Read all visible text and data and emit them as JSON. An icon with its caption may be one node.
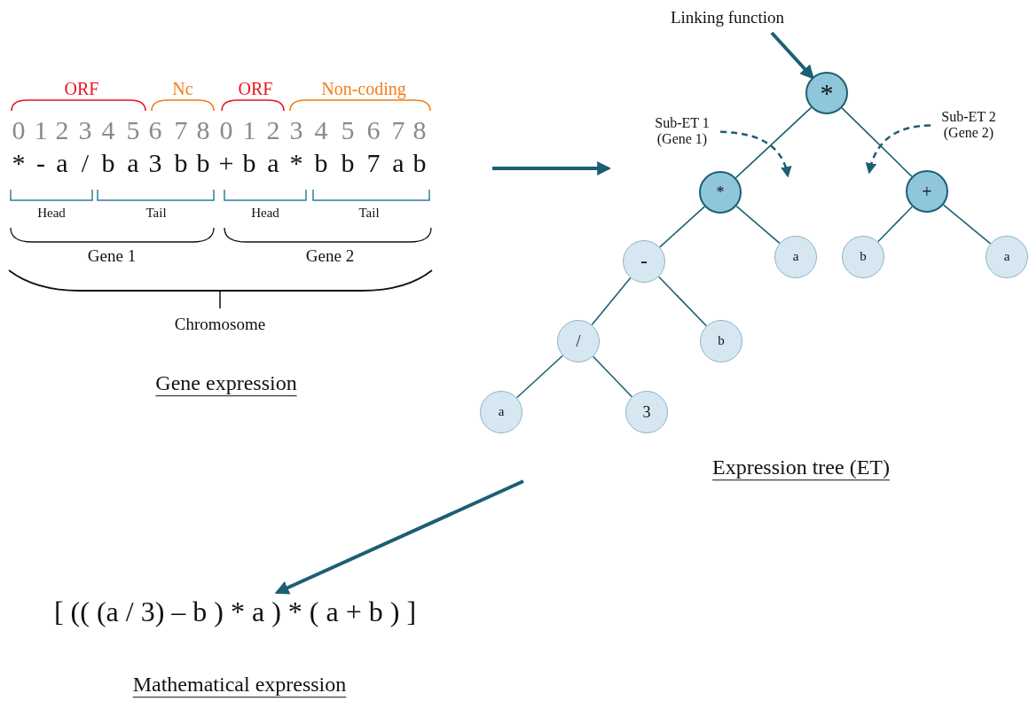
{
  "diagram": {
    "nodes": [
      {
        "text": [
          "Linking function"
        ]
      },
      {
        "text": [
          "*"
        ]
      },
      {
        "text": [
          "*"
        ]
      },
      {
        "text": [
          "+"
        ]
      },
      {
        "text": [
          "-"
        ]
      },
      {
        "text": [
          "a"
        ]
      },
      {
        "text": [
          "b"
        ]
      },
      {
        "text": [
          "a"
        ]
      },
      {
        "text": [
          "/"
        ]
      },
      {
        "text": [
          "b"
        ]
      },
      {
        "text": [
          "a"
        ]
      },
      {
        "text": [
          "3"
        ]
      },
      {
        "text": [
          "Sub-ET 1 (Gene 1)"
        ]
      },
      {
        "text": [
          "Sub-ET 2 (Gene 2)"
        ]
      },
      {
        "text": [
          "[ (( (a / 3) – b ) * a ) * ( a + b ) ]"
        ]
      }
    ],
    "edges": [
      {
        "from": 0,
        "to": 1,
        "arrow": "to",
        "style": "thick"
      },
      {
        "from": 1,
        "to": 2,
        "arrow": "none"
      },
      {
        "from": 1,
        "to": 3,
        "arrow": "none"
      },
      {
        "from": 2,
        "to": 4,
        "arrow": "none"
      },
      {
        "from": 2,
        "to": 5,
        "arrow": "none"
      },
      {
        "from": 3,
        "to": 6,
        "arrow": "none"
      },
      {
        "from": 3,
        "to": 7,
        "arrow": "none"
      },
      {
        "from": 4,
        "to": 8,
        "arrow": "none"
      },
      {
        "from": 4,
        "to": 9,
        "arrow": "none"
      },
      {
        "from": 8,
        "to": 10,
        "arrow": "none"
      },
      {
        "from": 8,
        "to": 11,
        "arrow": "none"
      },
      {
        "from": 12,
        "to": null,
        "arrow": "to",
        "style": "dashed"
      },
      {
        "from": 13,
        "to": null,
        "arrow": "to",
        "style": "dashed"
      },
      {
        "from": null,
        "to": 14,
        "arrow": "to",
        "style": "thick"
      }
    ],
    "labels": [
      "ORF",
      "Nc",
      "ORF",
      "Non-coding",
      "0",
      "1",
      "2",
      "3",
      "4",
      "5",
      "6",
      "7",
      "8",
      "0",
      "1",
      "2",
      "3",
      "4",
      "5",
      "6",
      "7",
      "8",
      "*",
      "-",
      "a",
      "/",
      "b",
      "a",
      "3",
      "b",
      "b",
      "+",
      "b",
      "a",
      "*",
      "b",
      "b",
      "7",
      "a",
      "b",
      "Head",
      "Tail",
      "Head",
      "Tail",
      "Gene 1",
      "Gene 2",
      "Chromosome",
      "Gene expression",
      "Expression tree (ET)",
      "Mathematical expression"
    ]
  }
}
